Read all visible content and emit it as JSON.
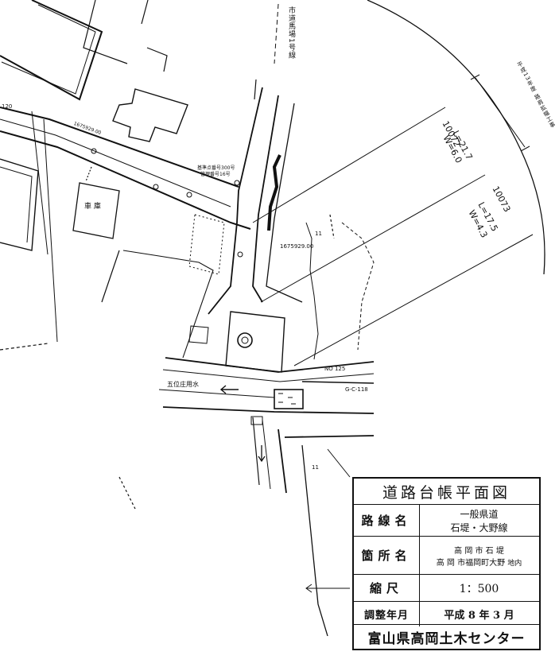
{
  "map_labels": {
    "road_name_vertical": "市道馬場1号線",
    "project_note_vertical": "平成13年度 路肩拡幅工事",
    "seg1_id": "10072",
    "seg1_len": "L=21.7",
    "seg1_width": "W=6.0",
    "seg2_id": "10073",
    "seg2_len": "L=17.5",
    "seg2_width": "W=4.3",
    "coord_main": "1675929.00",
    "coord_upper": "1675929.00",
    "benchmark_1": "基準点番号300号",
    "benchmark_2": "管理番号16号",
    "garage": "車 庫",
    "ref_120": "120",
    "canal": "五位庄用水",
    "no_125": "NO 125",
    "gc": "G-C-118",
    "mark_11_a": "11",
    "mark_11_b": "11"
  },
  "title_block": {
    "title": "道路台帳平面図",
    "route_label": "路線名",
    "route_value_1": "一般県道",
    "route_value_2": "石堤・大野線",
    "location_label": "箇所名",
    "location_value_1": "高 岡 市 石 堤",
    "location_value_2": "高 岡 市福岡町大野",
    "location_suffix": "地内",
    "scale_label": "縮尺",
    "scale_value": "1：500",
    "date_label": "調整年月",
    "date_value": "平成 8 年 3 月",
    "office": "富山県高岡土木センター"
  }
}
